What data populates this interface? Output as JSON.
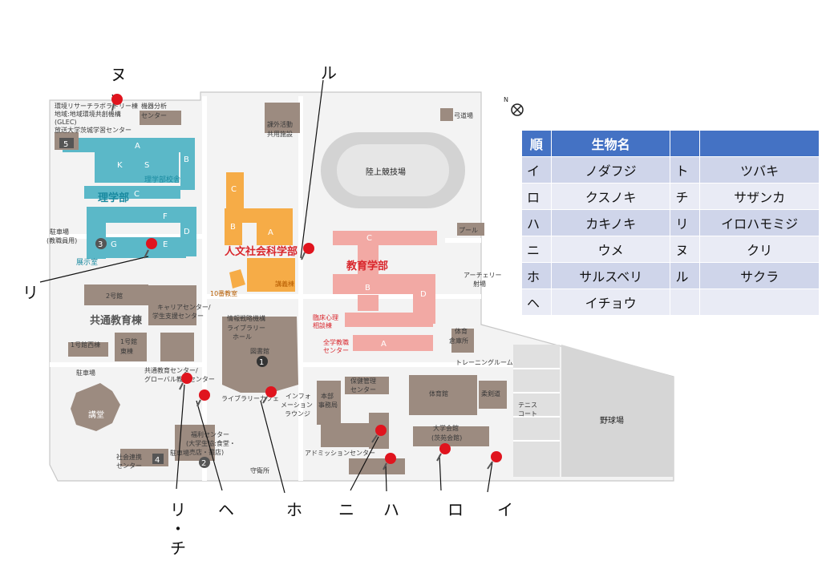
{
  "legend": {
    "header": {
      "order": "順",
      "name": "生物名"
    },
    "rows": [
      {
        "k1": "イ",
        "v1": "ノダフジ",
        "k2": "ト",
        "v2": "ツバキ"
      },
      {
        "k1": "ロ",
        "v1": "クスノキ",
        "k2": "チ",
        "v2": "サザンカ"
      },
      {
        "k1": "ハ",
        "v1": "カキノキ",
        "k2": "リ",
        "v2": "イロハモミジ"
      },
      {
        "k1": "ニ",
        "v1": "ウメ",
        "k2": "ヌ",
        "v2": "クリ"
      },
      {
        "k1": "ホ",
        "v1": "サルスベリ",
        "k2": "ル",
        "v2": "サクラ"
      },
      {
        "k1": "ヘ",
        "v1": "イチョウ",
        "k2": "",
        "v2": ""
      }
    ]
  },
  "callouts": {
    "nu": "ヌ",
    "ru": "ル",
    "ri_left": "リ",
    "ri_chi_1": "リ",
    "ri_chi_dot": "・",
    "ri_chi_2": "チ",
    "he": "ヘ",
    "ho": "ホ",
    "ni": "ニ",
    "ha": "ハ",
    "ro": "ロ",
    "i": "イ"
  },
  "buildings": {
    "rigakubu": "理学部",
    "rigakubu_kosha": "理学部校舎",
    "tenjishitsu": "展示室",
    "jinbun": "人文社会科学部",
    "kyouiku": "教育学部",
    "kyotsu": "共通教育棟",
    "rikujo": "陸上競技場",
    "kyudo": "弓道場",
    "pool": "プール",
    "archery": "アーチェリー\n射場",
    "archery_1": "アーチェリー",
    "archery_2": "射場",
    "taiikukan": "体育館",
    "jukendo": "柔剣道",
    "tennis": "テニス\nコート",
    "tennis_1": "テニス",
    "tennis_2": "コート",
    "yakyujo": "野球場",
    "kodo": "講堂",
    "toshokan": "図書館",
    "library_hall_1": "ライブラリー",
    "library_hall_2": "ホール",
    "joho": "情報戦略機構",
    "library_cafe": "ライブラリーカフェ",
    "info_lounge_1": "インフォ",
    "info_lounge_2": "メーション",
    "info_lounge_3": "ラウンジ",
    "hokenkanri_1": "保健管理",
    "hokenkanri_2": "センター",
    "honbu_1": "本部",
    "honbu_2": "事務局",
    "admission": "アドミッションセンター",
    "daigakukaikan_1": "大学会館",
    "daigakukaikan_2": "(茨苑会館)",
    "shuei": "守衛所",
    "fukuri_1": "福利センター",
    "fukuri_2": "(大学生協:食堂・",
    "fukuri_3": "売店・書店)",
    "shakai_1": "社会連携",
    "shakai_2": "センター",
    "chushajo": "駐車場",
    "chushajo_kyoshoku_1": "駐車場",
    "chushajo_kyoshoku_2": "(教職員用)",
    "kogi": "講義棟",
    "kyoshitsu10": "10番教室",
    "rinsho_1": "臨床心理",
    "rinsho_2": "相談棟",
    "zengaku_1": "全学教職",
    "zengaku_2": "センター",
    "taiiku_soko_1": "体育",
    "taiiku_soko_2": "倉庫所",
    "training": "トレーニングルーム",
    "kagai_1": "課外活動",
    "kagai_2": "共用施設",
    "kiki_1": "機器分析",
    "kiki_2": "センター",
    "career_1": "キャリアセンター/",
    "career_2": "学生支援センター",
    "kyotsu_center_1": "共通教育センター/",
    "kyotsu_center_2": "グローバル教育センター",
    "gou2": "2号館",
    "gou1_nishi": "1号館西棟",
    "gou1_higashi_1": "1号館",
    "gou1_higashi_2": "東棟",
    "risure_1": "環境リサーチラボラトリー棟",
    "risure_2": "地域:地域環境共創機構",
    "risure_3": "(GLEC)",
    "risure_4": "放送大学茨城学習センター"
  },
  "area_letters": {
    "sci": [
      "A",
      "B",
      "C",
      "D",
      "E",
      "F",
      "G",
      "K",
      "S"
    ],
    "hum": [
      "A",
      "B",
      "C"
    ],
    "edu": [
      "A",
      "B",
      "C",
      "D"
    ]
  },
  "numbers": [
    "1",
    "2",
    "3",
    "4",
    "5"
  ],
  "compass": "N",
  "colors": {
    "science": "#5bb8c8",
    "humanities": "#f6ac47",
    "education": "#f2a9a4",
    "building": "#9c8b80",
    "pin": "#e0141e",
    "header": "#4472c4"
  }
}
